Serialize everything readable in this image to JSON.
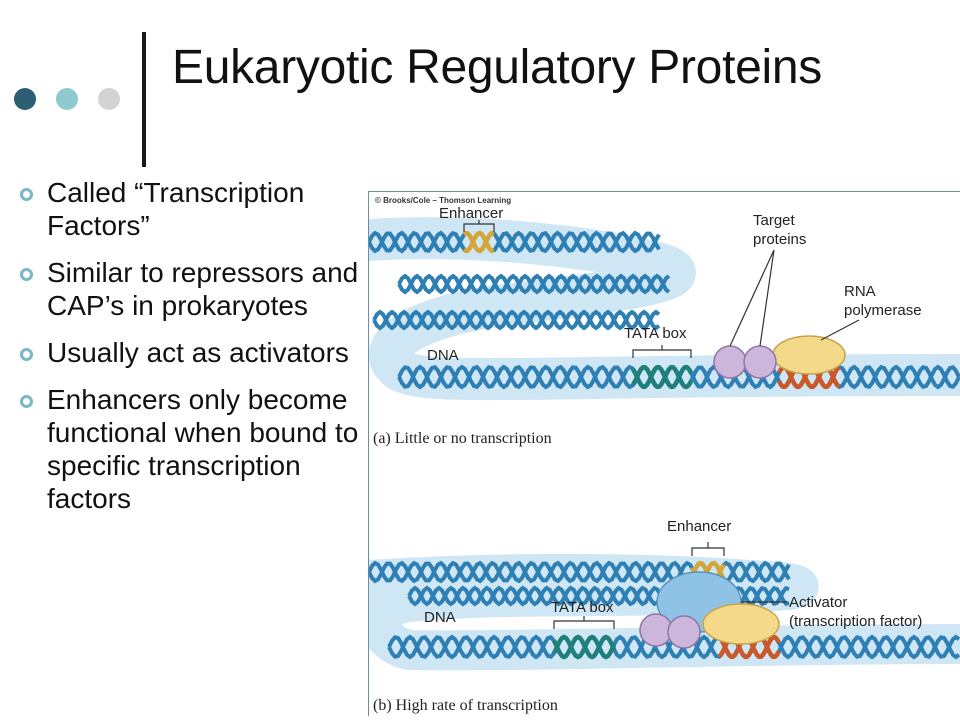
{
  "slide": {
    "title": "Eukaryotic Regulatory Proteins",
    "bullets": [
      "Called “Transcription Factors”",
      "Similar to repressors and CAP’s in prokaryotes",
      "Usually act as activators",
      "Enhancers only become functional when bound to specific transcription factors"
    ]
  },
  "figure": {
    "copyright": "© Brooks/Cole – Thomson Learning",
    "panel_a": {
      "enhancer": "Enhancer",
      "target_proteins_1": "Target",
      "target_proteins_2": "proteins",
      "rna_polymerase_1": "RNA",
      "rna_polymerase_2": "polymerase",
      "tata_box": "TATA box",
      "dna": "DNA",
      "caption": "(a)  Little or no transcription"
    },
    "panel_b": {
      "enhancer": "Enhancer",
      "dna": "DNA",
      "tata_box": "TATA box",
      "activator_1": "Activator",
      "activator_2": "(transcription factor)",
      "caption": "(b)  High rate of transcription"
    }
  },
  "colors": {
    "dna_strand": "#2e7fb3",
    "dna_halo": "#cfe6f5",
    "enhancer": "#d4a63a",
    "tata": "#1f7f7b",
    "promoter": "#c9582a",
    "target_protein": "#cdb6dc",
    "rna_polymerase": "#f4d98a",
    "activator": "#8ec3e6",
    "dot_dark": "#2c5f72",
    "dot_mid": "#8ec9cf",
    "dot_light": "#d3d3d3"
  }
}
